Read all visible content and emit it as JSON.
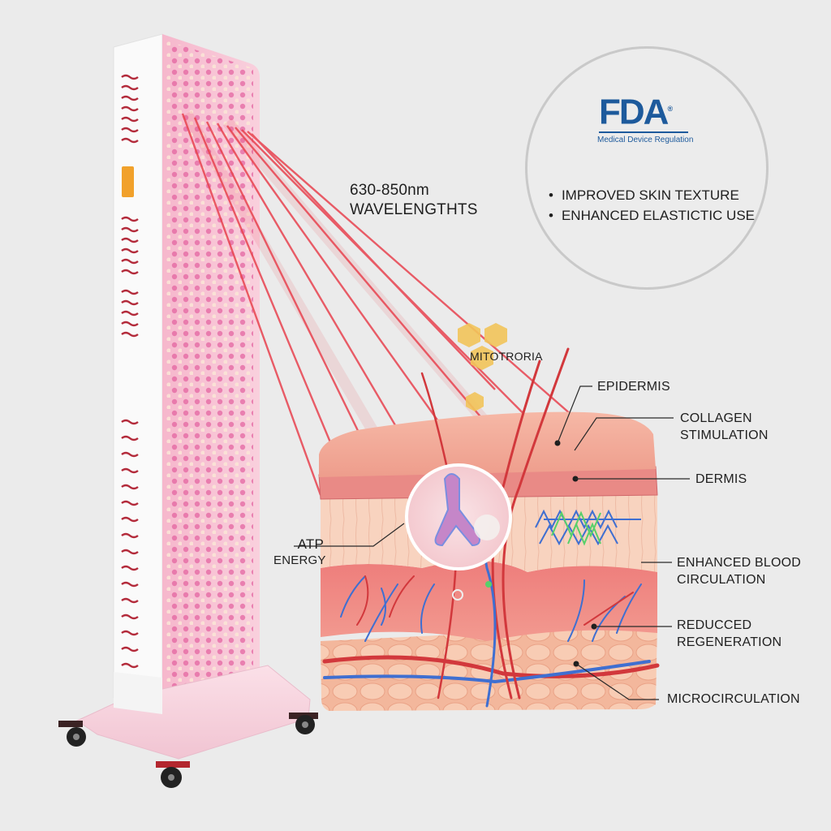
{
  "device": {
    "name": "red light therapy panel",
    "panel_color": "#f7c5d6",
    "led_colors": [
      "#e0559a",
      "#f3d9a0",
      "#ffffff"
    ],
    "caster_color": "#2a2a2a",
    "brake_color": "#b3262e"
  },
  "beam": {
    "label_line1": "630-850nm",
    "label_line2": "WAVELENGTHTS",
    "color": "#e8434f"
  },
  "fda_badge": {
    "logo_text": "FDA",
    "registered_mark": "®",
    "subtitle": "Medical Device Regulation",
    "brand_color": "#1d5a9c",
    "bullets": [
      "IMPROVED SKIN TEXTURE",
      "ENHANCED ELASTICTIC USE"
    ]
  },
  "mitochondria": {
    "label": "MITOTRORIA",
    "hex_color": "#f2c55a"
  },
  "skin_diagram": {
    "left_labels": {
      "atp_line1": "ATP",
      "atp_line2": "ENERGY"
    },
    "right_labels": [
      {
        "id": "epidermis",
        "lines": [
          "EPIDERMIS"
        ]
      },
      {
        "id": "collagen",
        "lines": [
          "COLLAGEN",
          "STIMULATION"
        ]
      },
      {
        "id": "dermis",
        "lines": [
          "DERMIS"
        ]
      },
      {
        "id": "blood",
        "lines": [
          "ENHANCED BLOOD",
          "CIRCULATION"
        ]
      },
      {
        "id": "regeneration",
        "lines": [
          "REDUCCED",
          "REGENERATION"
        ]
      },
      {
        "id": "microcirculation",
        "lines": [
          "MICROCIRCULATION"
        ]
      }
    ],
    "colors": {
      "epidermis": "#f0a898",
      "dermis": "#f7cdb8",
      "blood_layer": "#ec8a86",
      "fat_layer": "#f5c2a6",
      "artery": "#d2383c",
      "vein": "#3f6fd1",
      "collagen": "#57d06a"
    }
  }
}
